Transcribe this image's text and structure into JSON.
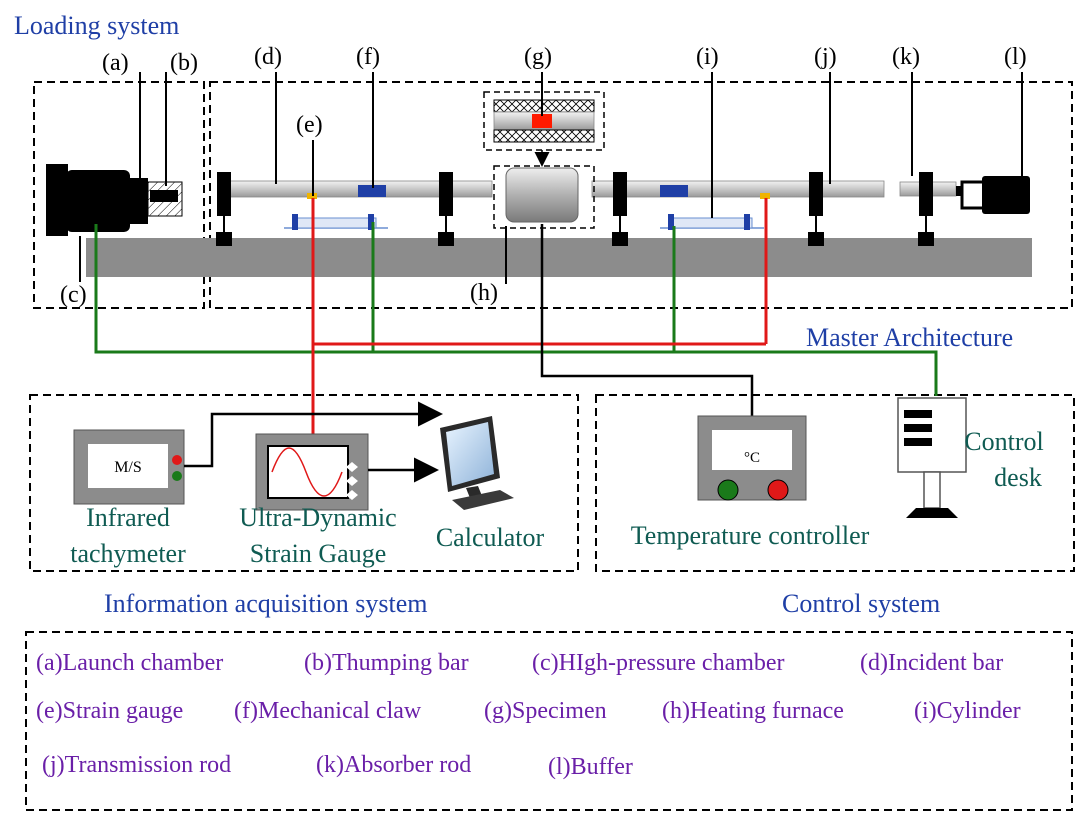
{
  "title": "Loading system",
  "labels": {
    "a": "(a)",
    "b": "(b)",
    "c": "(c)",
    "d": "(d)",
    "e": "(e)",
    "f": "(f)",
    "g": "(g)",
    "h": "(h)",
    "i": "(i)",
    "j": "(j)",
    "k": "(k)",
    "l": "(l)"
  },
  "section_titles": {
    "master": "Master Architecture",
    "info": "Information acquisition system",
    "control": "Control system"
  },
  "devices": {
    "tachymeter_display": "M/S",
    "tachymeter_line1": "Infrared",
    "tachymeter_line2": "tachymeter",
    "strain_gauge_line1": "Ultra-Dynamic",
    "strain_gauge_line2": "Strain Gauge",
    "calculator": "Calculator",
    "temp_display": "°C",
    "temp_controller": "Temperature controller",
    "desk_line1": "Control",
    "desk_line2": "desk"
  },
  "legend": {
    "row1": [
      "(a)Launch chamber",
      "(b)Thumping bar",
      "(c)HIgh-pressure chamber",
      "(d)Incident bar"
    ],
    "row2": [
      "(e)Strain gauge",
      "(f)Mechanical claw",
      "(g)Specimen",
      "(h)Heating furnace",
      "(i)Cylinder"
    ],
    "row3": [
      "(j)Transmission rod",
      "(k)Absorber rod",
      "(l)Buffer"
    ]
  },
  "colors": {
    "title_blue": "#1f3fa6",
    "teal": "#0f5b52",
    "purple": "#6a1fa8",
    "red_wire": "#e01818",
    "green_wire": "#1a7a1a",
    "base_gray": "#8c8c8c"
  }
}
